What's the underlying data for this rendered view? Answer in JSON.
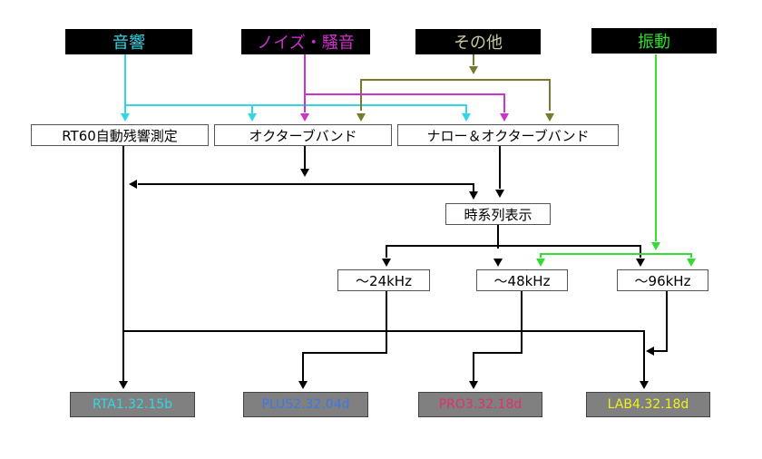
{
  "colors": {
    "acoustics": "#33d6e6",
    "noise": "#cc33cc",
    "other": "#7a7a2e",
    "vibration": "#33dd33",
    "main": "#000000",
    "rta": "#33d6e6",
    "plus": "#3a78e8",
    "pro": "#e0306a",
    "lab": "#f0f020"
  },
  "categories": {
    "acoustics": "音響",
    "noise": "ノイズ・騒音",
    "other": "その他",
    "vibration": "振動"
  },
  "functions": {
    "rt60": "RT60自動残響測定",
    "octave": "オクターブバンド",
    "narrow": "ナロー＆オクターブバンド",
    "timeseries": "時系列表示"
  },
  "ranges": {
    "r24": "～24kHz",
    "r48": "～48kHz",
    "r96": "～96kHz"
  },
  "products": {
    "rta": "RTA1.32.15b",
    "plus": "PLUS2.32.04d",
    "pro": "PRO3.32.18d",
    "lab": "LAB4.32.18d"
  }
}
